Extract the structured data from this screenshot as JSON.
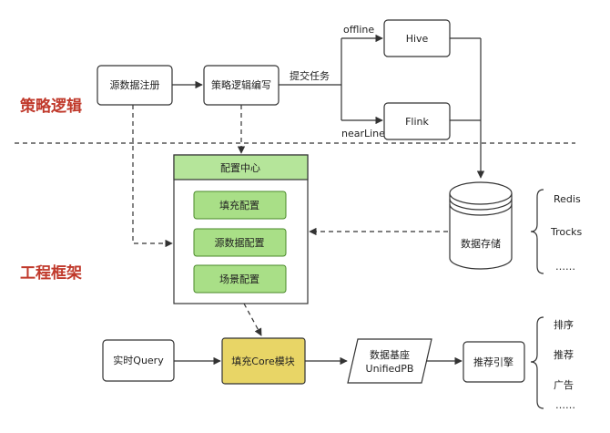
{
  "sections": {
    "strategy": "策略逻辑",
    "engineering": "工程框架"
  },
  "nodes": {
    "source_register": "源数据注册",
    "strategy_write": "策略逻辑编写",
    "hive": "Hive",
    "flink": "Flink",
    "config_center": "配置中心",
    "fill_config": "填充配置",
    "source_config": "源数据配置",
    "scene_config": "场景配置",
    "data_storage": "数据存储",
    "realtime_query": "实时Query",
    "fill_core": "填充Core模块",
    "data_base_line1": "数据基座",
    "data_base_line2": "UnifiedPB",
    "recommend_engine": "推荐引擎"
  },
  "edge_labels": {
    "submit_task": "提交任务",
    "offline": "offline",
    "nearline": "nearLine"
  },
  "storage_list": [
    "Redis",
    "Trocks",
    "……"
  ],
  "engine_list": [
    "排序",
    "推荐",
    "广告",
    "……"
  ]
}
